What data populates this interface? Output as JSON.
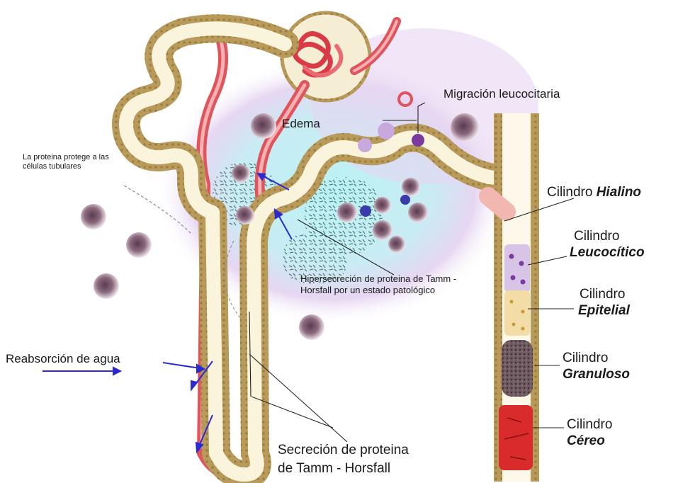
{
  "labels": {
    "migracion": "Migración leucocitaria",
    "edema": "Edema",
    "proteina_protege": "La proteina protege a las células tubulares",
    "hipersecrecion": "Hiperseсreción de proteina de Tamm - Horsfall por un estado patológico",
    "reabsorcion": "Reabsorción de agua",
    "secrecion_line1": "Secreción de proteina",
    "secrecion_line2": "de Tamm - Horsfall"
  },
  "cylinders": [
    {
      "name": "Cilindro",
      "kind": "Hialino",
      "color": "#f2b7b0"
    },
    {
      "name": "Cilindro",
      "kind": "Leucocítico",
      "color": "#d8c4e6"
    },
    {
      "name": "Cilindro",
      "kind": "Epitelial",
      "color": "#f3dca6"
    },
    {
      "name": "Cilindro",
      "kind": "Granuloso",
      "color": "#6e5a60"
    },
    {
      "name": "Cilindro",
      "kind": "Céreo",
      "color": "#d92b2b"
    }
  ],
  "colors": {
    "tubule_wall": "#caa86a",
    "tubule_lumen": "#fbf4dc",
    "vessel": "#e0545c",
    "edema_cyan": "#bdf1f4",
    "edema_violet": "#e7d3f3",
    "arrow_blue": "#2a2ad0",
    "leucocyte": "#7b5a6e"
  }
}
